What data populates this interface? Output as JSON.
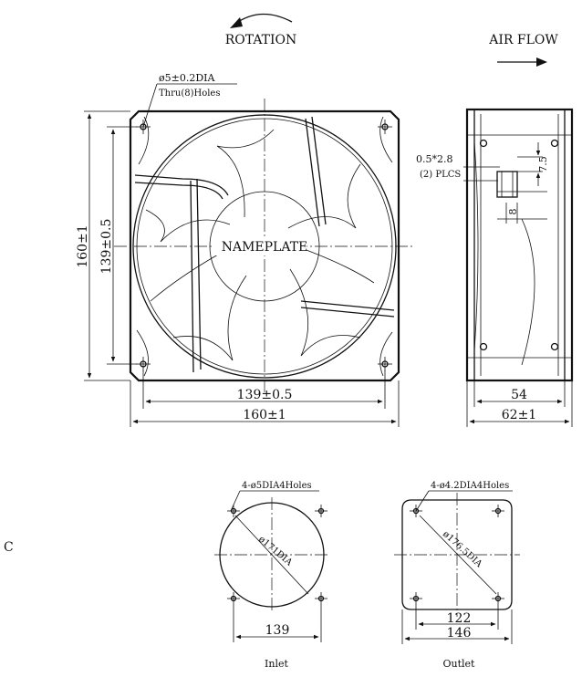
{
  "labels": {
    "rotation": "ROTATION",
    "air_flow": "AIR FLOW",
    "nameplate": "NAMEPLATE",
    "hole_spec_line1": "ø5±0.2DIA",
    "hole_spec_line2": "Thru(8)Holes",
    "tab_spec_line1": "0.5*2.8",
    "tab_spec_line2": "(2) PLCS",
    "inlet": "Inlet",
    "outlet": "Outlet",
    "inlet_holes": "4-ø5DIA4Holes",
    "outlet_holes": "4-ø4.2DIA4Holes",
    "inlet_circle": "ø171DIA",
    "outlet_circle": "ø176.5DIA",
    "side_mark": "C"
  },
  "dimensions": {
    "height_overall": "160±1",
    "height_holes": "139±0.5",
    "width_holes": "139±0.5",
    "width_overall": "160±1",
    "depth_inner": "54",
    "depth_overall": "62±1",
    "tab_height": "7.5",
    "tab_width": "8",
    "inlet_spacing": "139",
    "outlet_inner": "122",
    "outlet_outer": "146"
  }
}
